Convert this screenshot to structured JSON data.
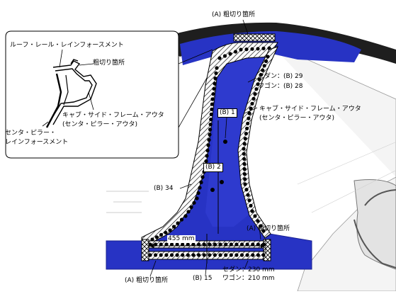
{
  "colors": {
    "panel_blue": "#2733c4",
    "panel_blue_dark": "#1a2190",
    "weld_dot": "#000000",
    "hatch_border": "#000000",
    "frame_gray": "#c8c8c8",
    "callout_bg": "#ffffff"
  },
  "labels": {
    "rough_cut_top": "(A) 粗切り箇所",
    "roof_rail": "ルーフ・レール・レインフォースメント",
    "rough_cut_inset": "粗切り箇所",
    "cab_side_inset_1": "キャブ・サイド・フレーム・アウタ",
    "cab_side_inset_2": "(センタ・ピラー・アウタ)",
    "center_pillar_1": "センタ・ピラー・",
    "center_pillar_2": "レインフォースメント",
    "sedan_b29": "セダン：(B) 29",
    "wagon_b28": "ワゴン：(B) 28",
    "cab_side_main_1": "キャブ・サイド・フレーム・アウタ",
    "cab_side_main_2": "(センタ・ピラー・アウタ)",
    "b1": "(B) 1",
    "b2": "(B) 2",
    "b34": "(B) 34",
    "rough_cut_right": "(A) 粗切り箇所",
    "dim_455": "455 mm",
    "rough_cut_bottom": "(A) 粗切り箇所",
    "b15": "(B) 15",
    "sedan_230": "セダン：230 mm",
    "wagon_210": "ワゴン：210 mm"
  },
  "icons": {
    "weld_spot": "weld-spot-icon",
    "cut_hatch": "cut-hatch-pattern"
  }
}
